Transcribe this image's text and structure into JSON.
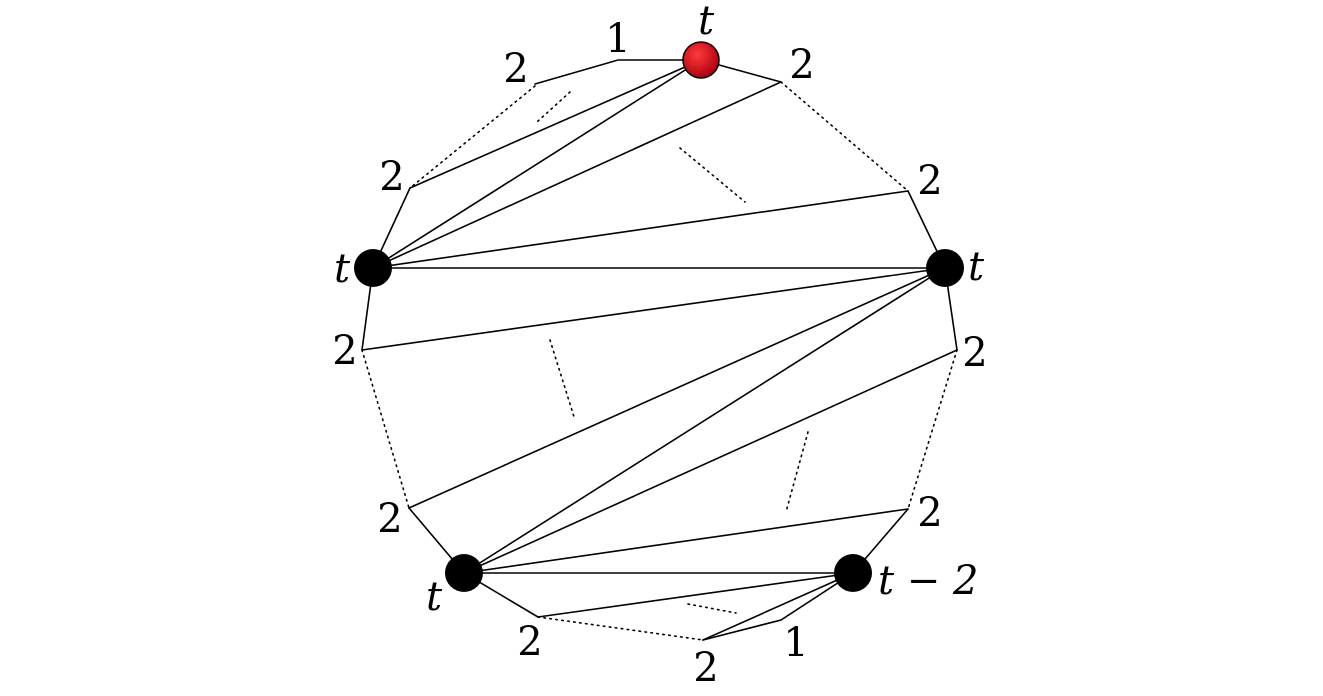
{
  "labels": {
    "top": "t",
    "left_mid": "t",
    "right_mid": "t",
    "bottom_left": "t",
    "bottom_right": "t − 2",
    "two": "2",
    "one": "1"
  },
  "colors": {
    "highlight_vertex": "#d7000f",
    "vertex": "#000000"
  }
}
